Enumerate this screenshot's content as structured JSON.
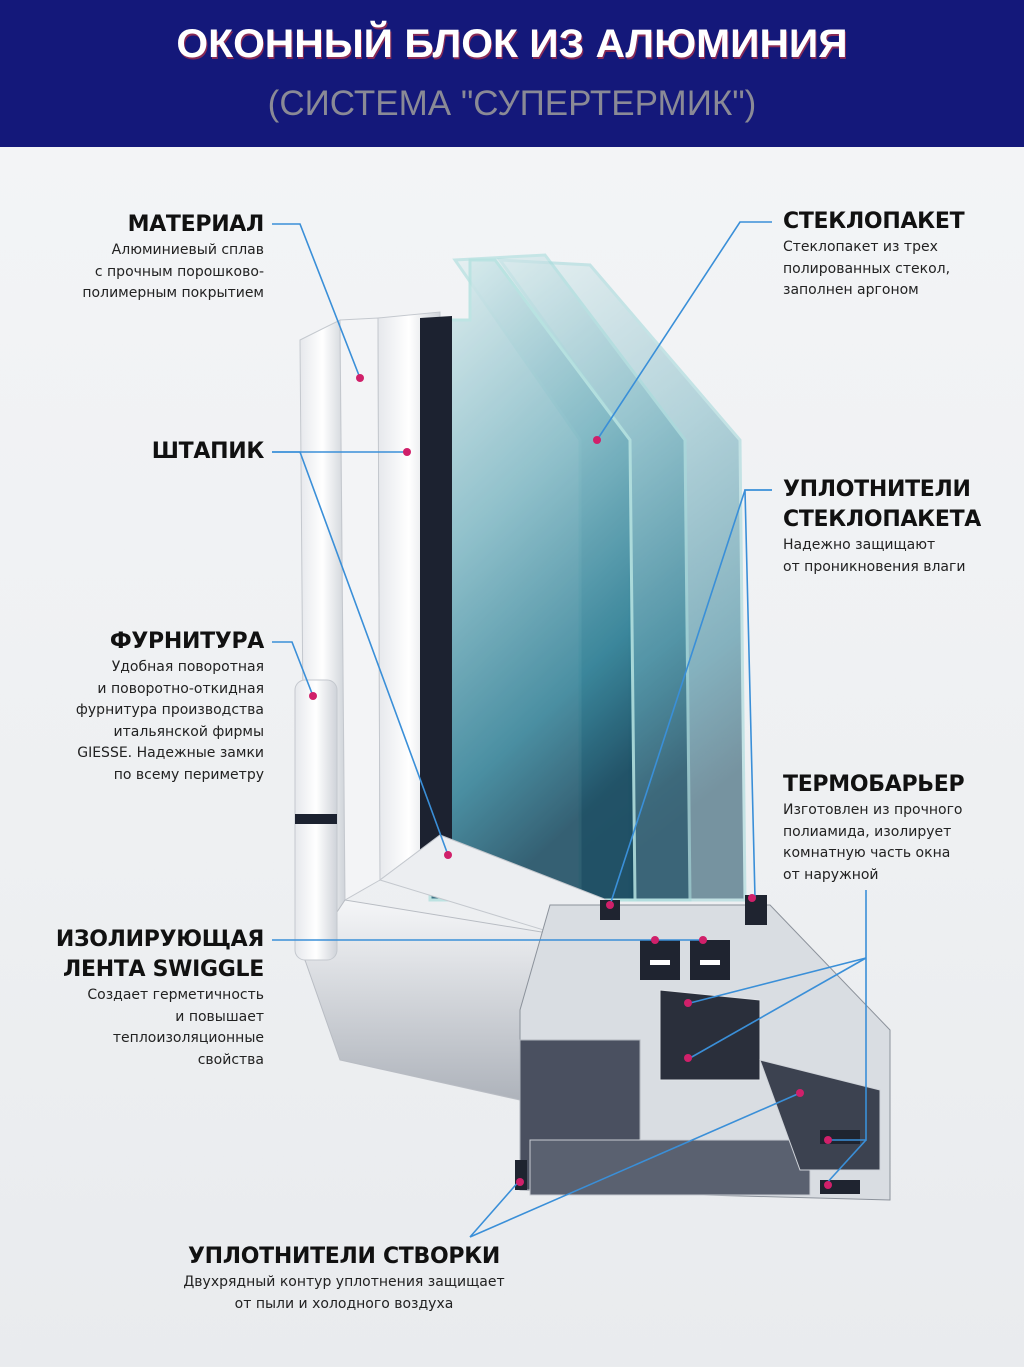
{
  "header": {
    "title": "ОКОННЫЙ БЛОК ИЗ АЛЮМИНИЯ",
    "subtitle": "(СИСТЕМА \"СУПЕРТЕРМИК\")"
  },
  "colors": {
    "header_bg": "#14187a",
    "leader": "#3a8fd8",
    "dot": "#d0206a"
  },
  "labels": {
    "material": {
      "title": "МАТЕРИАЛ",
      "lines": [
        "Алюминиевый сплав",
        "с прочным порошково-",
        "полимерным покрытием"
      ]
    },
    "shtapik": {
      "title": "ШТАПИК"
    },
    "furnitura": {
      "title": "ФУРНИТУРА",
      "lines": [
        "Удобная поворотная",
        "и поворотно-откидная",
        "фурнитура производства",
        "итальянской фирмы",
        "GIESSE. Надежные замки",
        "по всему периметру"
      ]
    },
    "tape": {
      "title_lines": [
        "ИЗОЛИРУЮЩАЯ",
        "ЛЕНТА SWIGGLE"
      ],
      "lines": [
        "Создает герметичность",
        "и повышает",
        "теплоизоляционные",
        "свойства"
      ]
    },
    "glass": {
      "title": "СТЕКЛОПАКЕТ",
      "lines": [
        "Стеклопакет из трех",
        "полированных стекол,",
        "заполнен аргоном"
      ]
    },
    "glass_seals": {
      "title_lines": [
        "УПЛОТНИТЕЛИ",
        "СТЕКЛОПАКЕТА"
      ],
      "lines": [
        "Надежно защищают",
        "от проникновения влаги"
      ]
    },
    "thermo": {
      "title": "ТЕРМОБАРЬЕР",
      "lines": [
        "Изготовлен из прочного",
        "полиамида, изолирует",
        "комнатную часть окна",
        "от наружной"
      ]
    },
    "sash_seals": {
      "title": "УПЛОТНИТЕЛИ СТВОРКИ",
      "lines": [
        "Двухрядный контур уплотнения защищает",
        "от пыли и холодного воздуха"
      ]
    }
  }
}
